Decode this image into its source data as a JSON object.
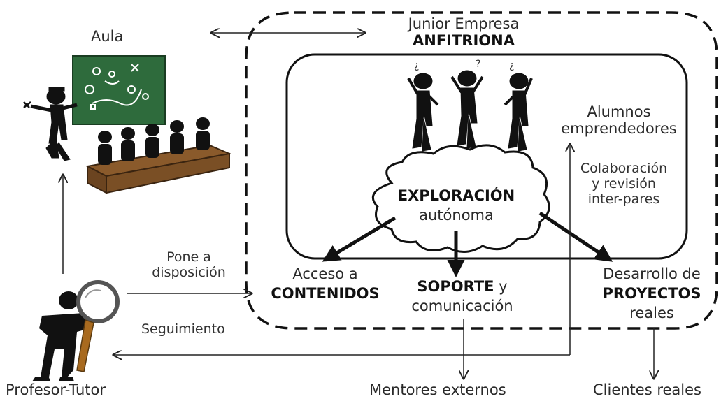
{
  "labels": {
    "aula": "Aula",
    "junior_line1": "Junior Empresa",
    "junior_line2": "ANFITRIONA",
    "alumnos_line1": "Alumnos",
    "alumnos_line2": "emprendedores",
    "colab_line1": "Colaboración",
    "colab_line2": "y revisión",
    "colab_line3": "inter-pares",
    "exploracion": "EXPLORACIÓN",
    "autonoma": "autónoma",
    "pone_line1": "Pone a",
    "pone_line2": "disposición",
    "seguimiento": "Seguimiento",
    "acceso": "Acceso a",
    "contenidos": "CONTENIDOS",
    "soporte": "SOPORTE",
    "soporte_y": " y",
    "comunicacion": "comunicación",
    "desarrollo": "Desarrollo de",
    "proyectos": "PROYECTOS",
    "reales": "reales",
    "profesor": "Profesor-Tutor",
    "mentores": "Mentores externos",
    "clientes": "Clientes reales"
  },
  "icons": {
    "chalkboard": "chalkboard-icon",
    "teacher": "teacher-icon",
    "students": "students-at-desk-icon",
    "thinkers": "thinking-students-icon",
    "cloud": "cloud-icon",
    "tutor": "tutor-with-magnifier-icon"
  },
  "colors": {
    "board": "#2e6b3c",
    "desk": "#8a5a2b",
    "magnifier_handle": "#a86a1f",
    "stroke": "#111111"
  }
}
